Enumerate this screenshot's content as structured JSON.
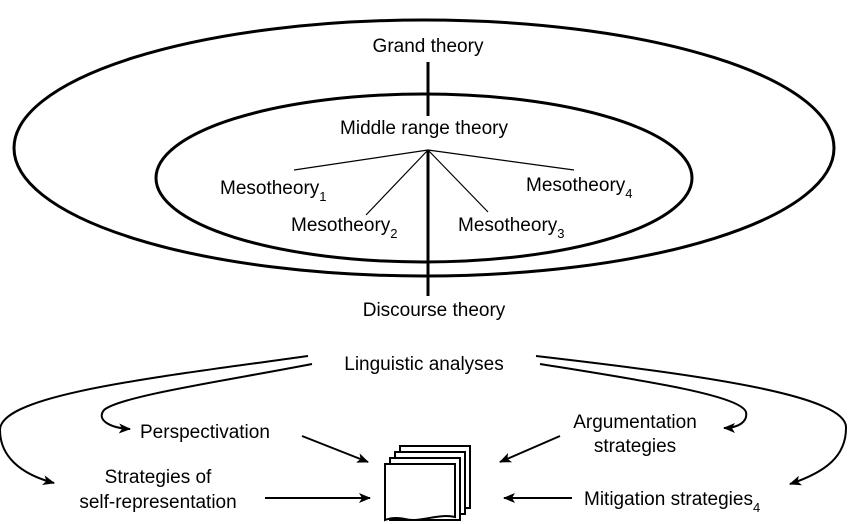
{
  "labels": {
    "grand_theory": "Grand theory",
    "middle_range_theory": "Middle range theory",
    "discourse_theory": "Discourse theory",
    "linguistic_analyses": "Linguistic analyses",
    "perspectivation": "Perspectivation",
    "argumentation_line1": "Argumentation",
    "argumentation_line2": "strategies",
    "self_rep_line1": "Strategies of",
    "self_rep_line2": "self-representation",
    "mitigation": "Mitigation strategies"
  },
  "mesotheories": [
    {
      "base": "Mesotheory",
      "sub": "1"
    },
    {
      "base": "Mesotheory",
      "sub": "2"
    },
    {
      "base": "Mesotheory",
      "sub": "3"
    },
    {
      "base": "Mesotheory",
      "sub": "4"
    }
  ],
  "mitigation_sub": "4"
}
